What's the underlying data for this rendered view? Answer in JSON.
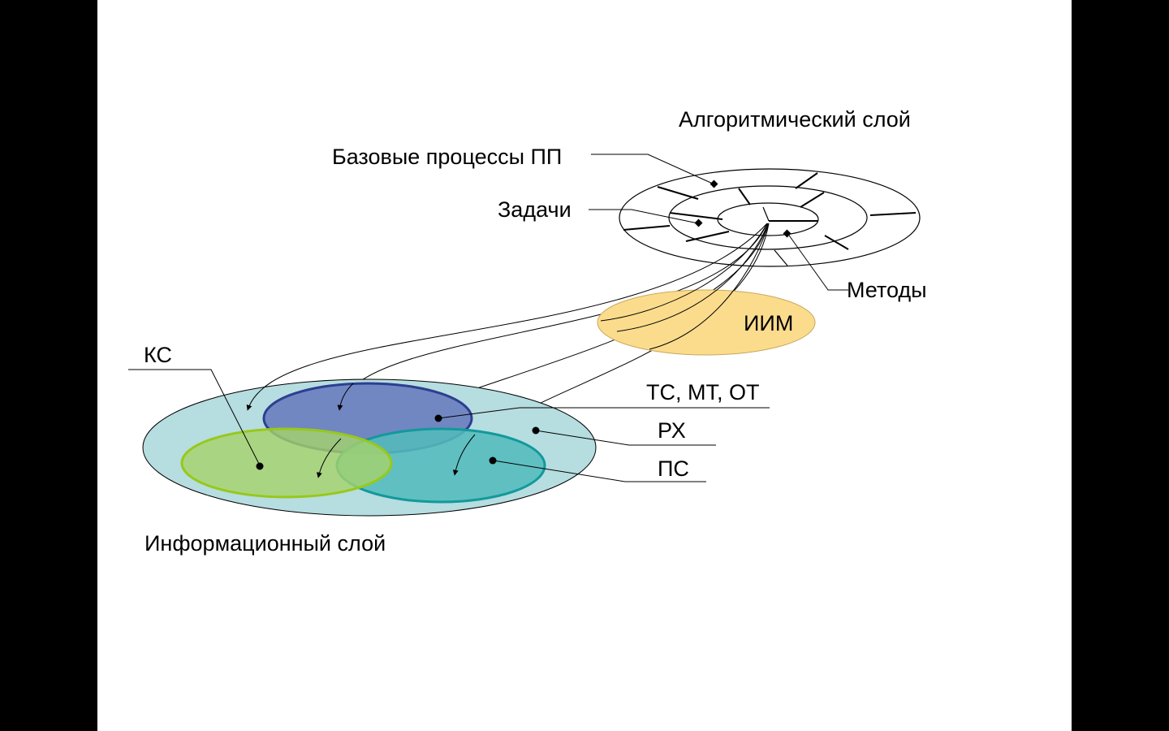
{
  "labels": {
    "algorithmic_layer": "Алгоритмический слой",
    "base_processes": "Базовые процессы ПП",
    "tasks": "Задачи",
    "methods": "Методы",
    "iim": "ИИМ",
    "ks": "КС",
    "tc_mt_ot": "ТС, МТ, ОТ",
    "rx": "РХ",
    "ps": "ПС",
    "information_layer": "Информационный слой"
  },
  "colors": {
    "iim_fill": "#fbdc8d",
    "info_layer_fill": "#b6dde0",
    "tc_fill": "#6b7fbf",
    "tc_stroke": "#2e3e91",
    "ps_fill": "#54bbbb",
    "ps_stroke": "#12999c",
    "ks_fill": "#a6d36a",
    "ks_stroke": "#98c81a"
  }
}
